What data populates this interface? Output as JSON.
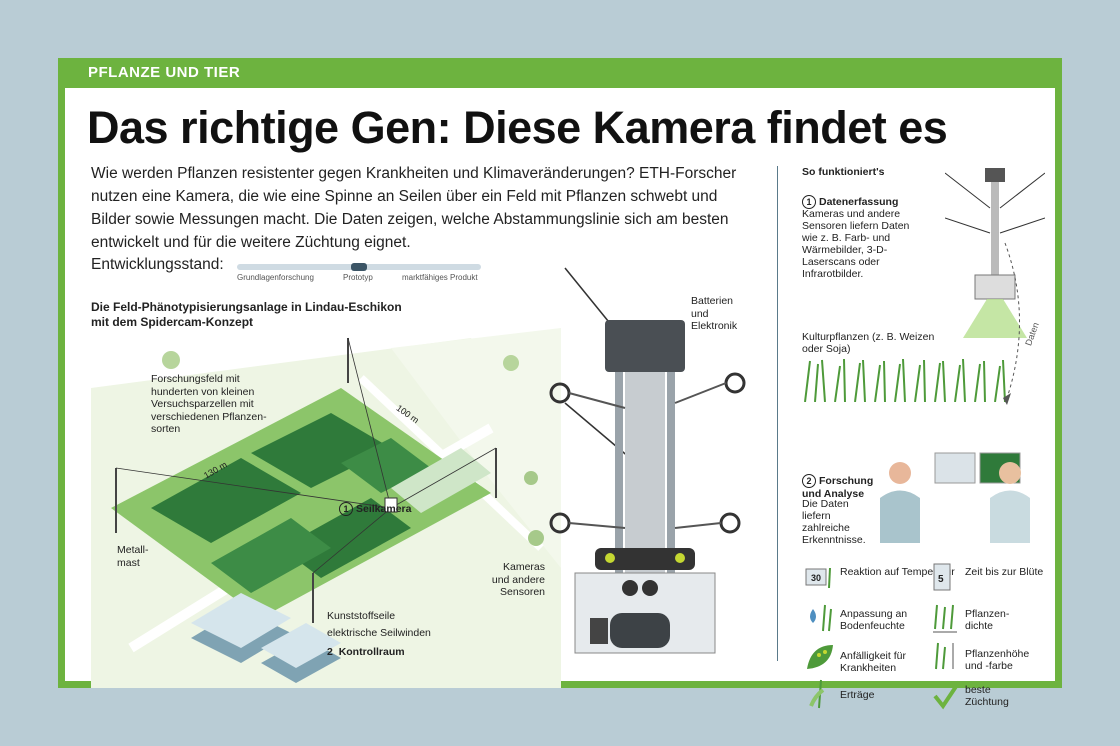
{
  "banner": {
    "label": "PFLANZE UND TIER"
  },
  "title": "Das richtige Gen: Diese Kamera findet es",
  "intro": "Wie werden Pflanzen resistenter gegen Krankheiten und Klimaveränderungen? ETH-Forscher nutzen eine Kamera, die wie eine Spinne an Seilen über ein Feld mit Pflanzen schwebt und Bilder sowie Messungen macht. Die Daten zeigen, welche Abstammungslinie sich am besten entwickelt und für die weitere Züchtung eignet.",
  "development": {
    "label": "Entwicklungsstand:",
    "stages": [
      "Grundlagenforschung",
      "Prototyp",
      "marktfähiges Produkt"
    ],
    "current_stage": "Prototyp"
  },
  "field": {
    "title": "Die Feld-Phänotypisierungsanlage in Lindau-Eschikon mit dem Spidercam-Konzept",
    "research_field": "Forschungsfeld mit hunderten von kleinen Versuchsparzellen mit verschiedenen Pflanzen-sorten",
    "dim_long": "130 m",
    "dim_short": "100 m",
    "mast": "Metall-mast",
    "cable_camera_num": "1",
    "cable_camera": "Seilkamera",
    "plastic_ropes": "Kunststoffseile",
    "winches": "elektrische Seilwinden",
    "control_num": "2",
    "control_room": "Kontrollraum"
  },
  "camera": {
    "battery": "Batterien und Elektronik",
    "sensors": "Kameras und andere Sensoren"
  },
  "how": {
    "title": "So funktioniert's",
    "step1_num": "1",
    "step1_title": "Datenerfassung",
    "step1_text": "Kameras und andere Sensoren liefern Daten wie z. B. Farb- und Wärmebilder, 3-D-Laserscans oder Infrarotbilder.",
    "crops": "Kulturpflanzen (z. B. Weizen oder Soja)",
    "data_arrow": "Daten",
    "step2_num": "2",
    "step2_title": "Forschung und Analyse",
    "step2_text": "Die Daten liefern zahlreiche Erkenntnisse."
  },
  "insights": [
    {
      "icon": "thermometer-icon",
      "badge": "30",
      "text": "Reaktion auf Temperatur"
    },
    {
      "icon": "calendar-icon",
      "badge": "5",
      "text": "Zeit bis zur Blüte"
    },
    {
      "icon": "water-drop-icon",
      "text": "Anpassung an Bodenfeuchte"
    },
    {
      "icon": "plant-density-icon",
      "text": "Pflanzen-dichte"
    },
    {
      "icon": "leaf-disease-icon",
      "text": "Anfälligkeit für Krankheiten"
    },
    {
      "icon": "plant-height-icon",
      "text": "Pflanzenhöhe und -farbe"
    },
    {
      "icon": "yield-icon",
      "text": "Erträge"
    },
    {
      "icon": "checkmark-icon",
      "text": "beste Züchtung"
    }
  ],
  "colors": {
    "green": "#6db33f",
    "dark_green": "#2f7a3a",
    "field_green": "#8cc56a",
    "background": "#b9ccd5"
  }
}
